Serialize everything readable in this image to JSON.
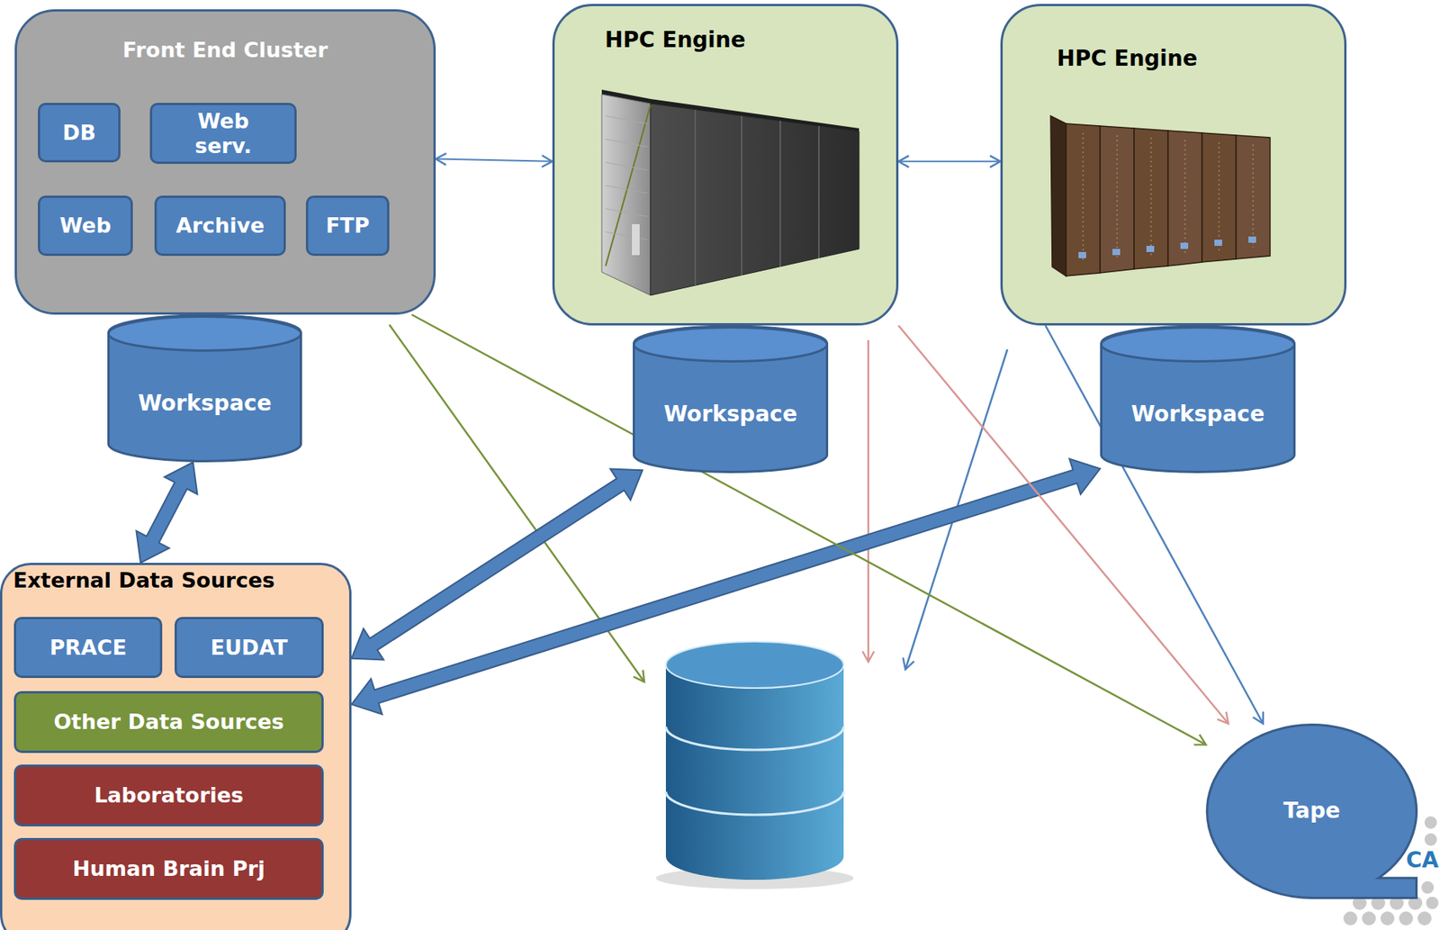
{
  "diagram": {
    "nodes": [
      {
        "text": [
          "Front End Cluster"
        ]
      },
      {
        "text": [
          "DB"
        ],
        "in": 0
      },
      {
        "text": [
          "Web serv."
        ],
        "in": 0
      },
      {
        "text": [
          "Web"
        ],
        "in": 0
      },
      {
        "text": [
          "Archive"
        ],
        "in": 0
      },
      {
        "text": [
          "FTP"
        ],
        "in": 0
      },
      {
        "text": [
          "HPC Engine"
        ]
      },
      {
        "text": [
          "HPC Engine"
        ]
      },
      {
        "text": [
          "Workspace"
        ]
      },
      {
        "text": [
          "Workspace"
        ]
      },
      {
        "text": [
          "Workspace"
        ]
      },
      {
        "text": [
          "External Data Sources"
        ]
      },
      {
        "text": [
          "PRACE"
        ],
        "in": 11
      },
      {
        "text": [
          "EUDAT"
        ],
        "in": 11
      },
      {
        "text": [
          "Other Data Sources"
        ],
        "in": 11
      },
      {
        "text": [
          "Laboratories"
        ],
        "in": 11
      },
      {
        "text": [
          "Human Brain Prj"
        ],
        "in": 11
      },
      {
        "text": [
          "Tape"
        ]
      }
    ],
    "edges": [
      {
        "from": 0,
        "to": 6,
        "arrow": "both"
      },
      {
        "from": 6,
        "to": 7,
        "arrow": "both"
      },
      {
        "from": 8,
        "to": 11,
        "arrow": "both"
      },
      {
        "from": 11,
        "to": 9,
        "arrow": "both"
      },
      {
        "from": 11,
        "to": 10,
        "arrow": "both"
      },
      {
        "from": 0,
        "to": 17,
        "arrow": "to"
      },
      {
        "from": 6,
        "to": 17,
        "arrow": "to"
      },
      {
        "from": 7,
        "to": 17,
        "arrow": "to"
      }
    ],
    "labels": [
      "CA"
    ]
  }
}
